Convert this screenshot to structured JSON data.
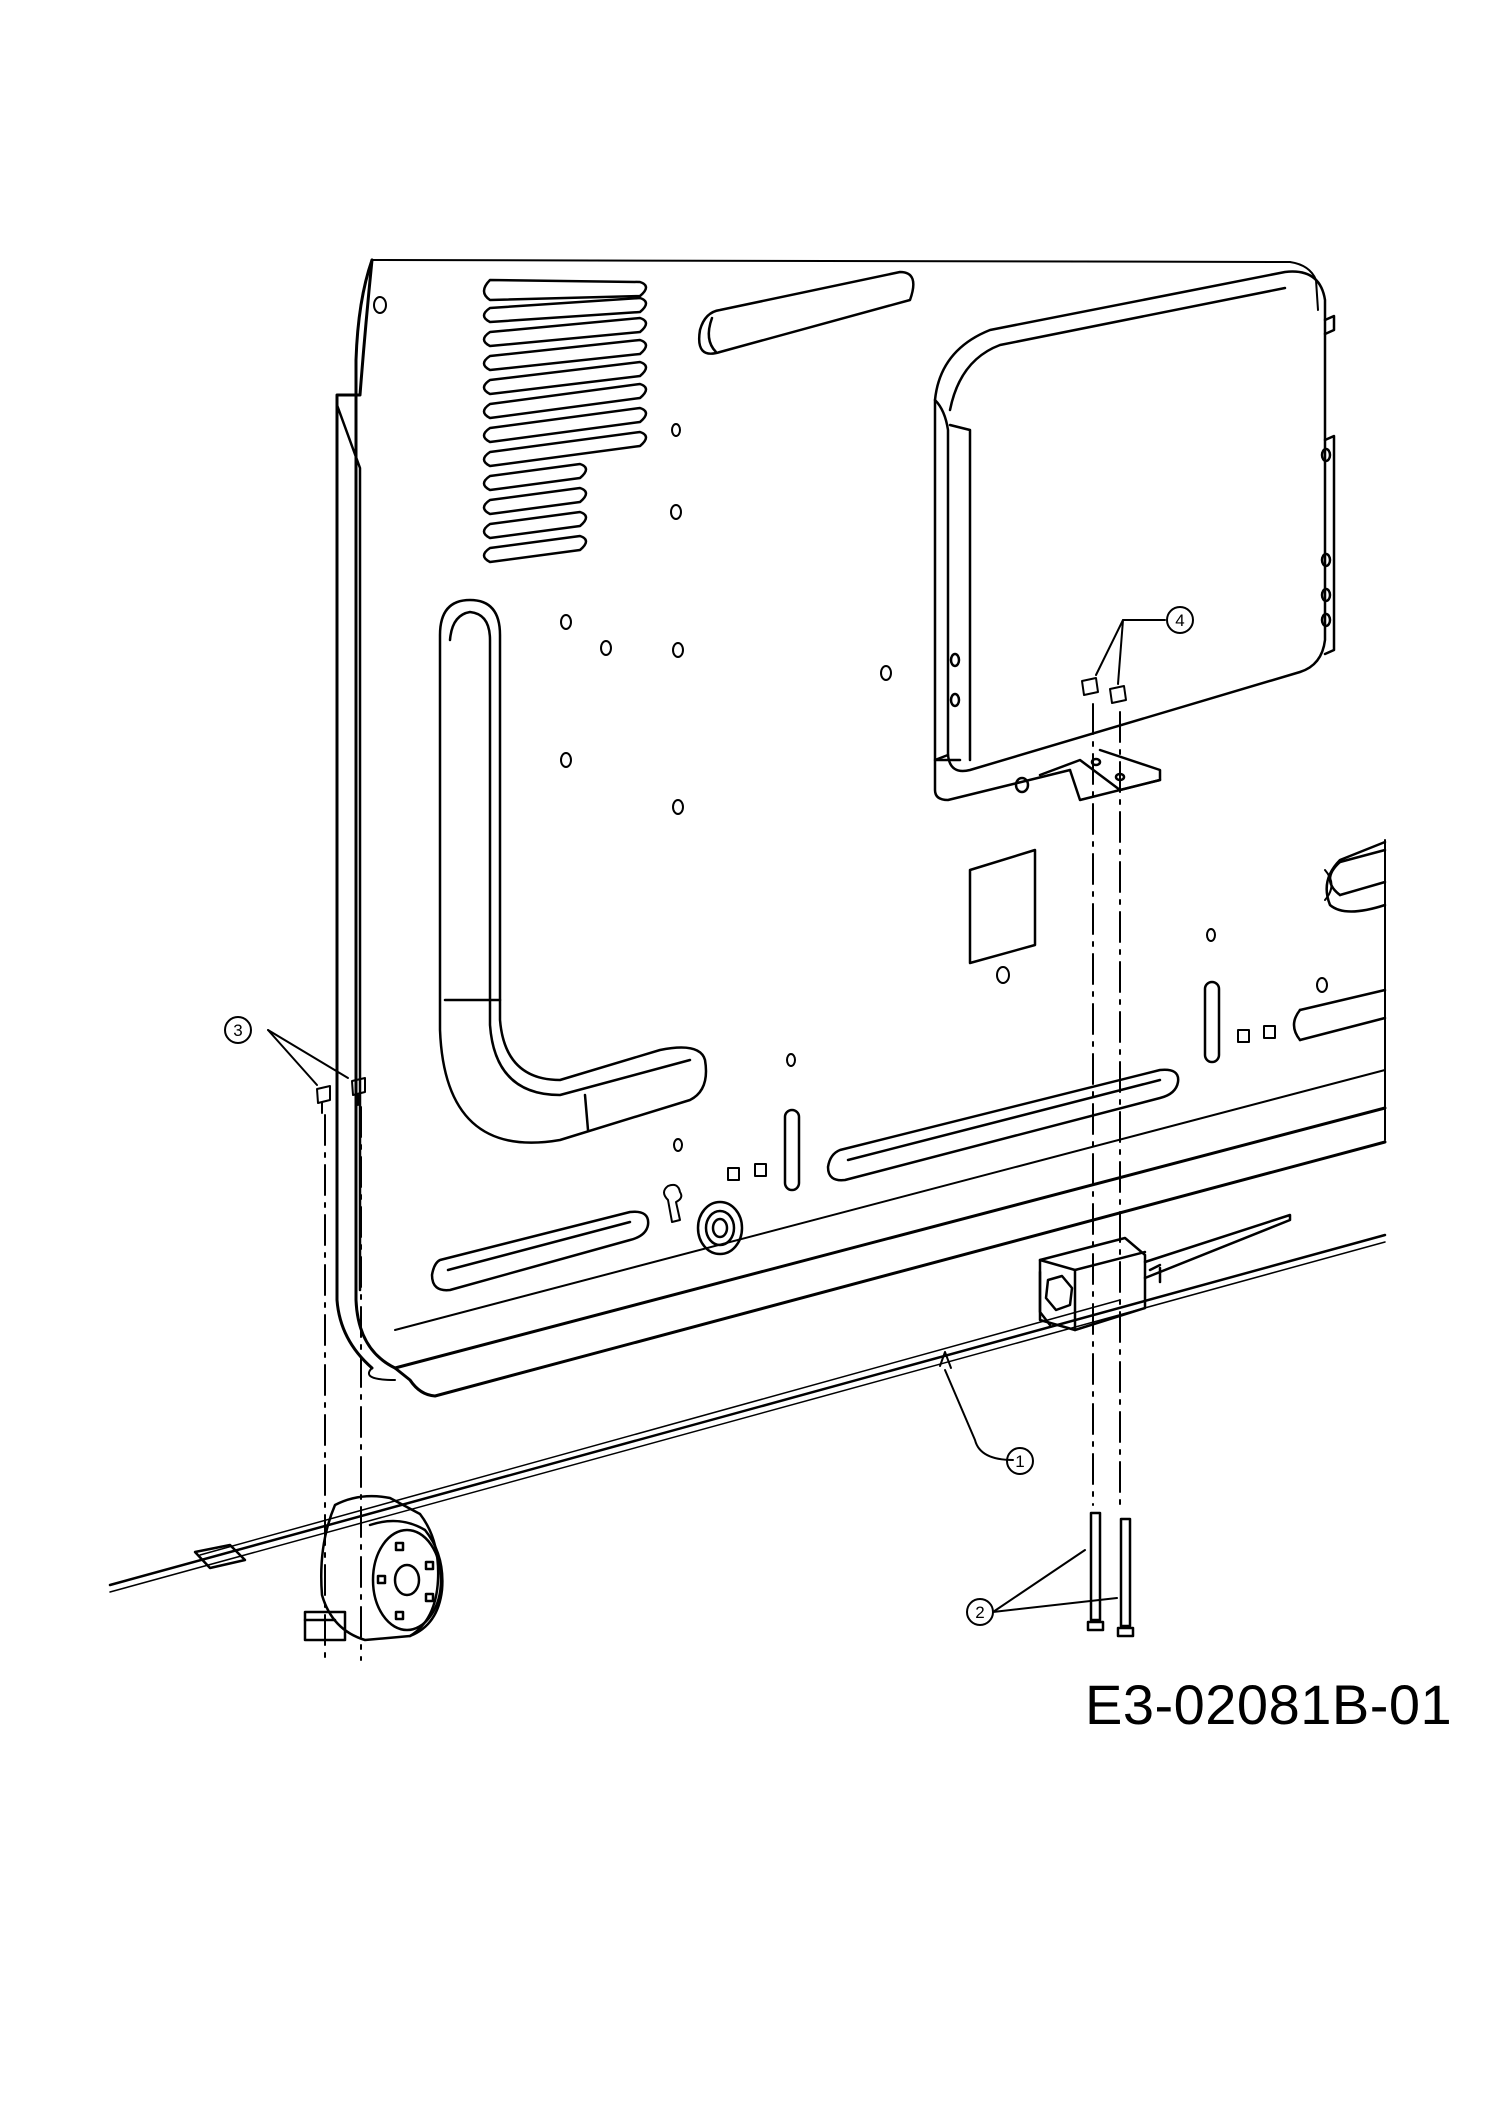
{
  "diagram": {
    "drawing_code": "E3-02081B-01",
    "line_color": "#000000",
    "background_color": "#ffffff",
    "callouts": [
      {
        "id": "callout-1",
        "label": "1"
      },
      {
        "id": "callout-2",
        "label": "2"
      },
      {
        "id": "callout-3",
        "label": "3"
      },
      {
        "id": "callout-4",
        "label": "4"
      }
    ]
  }
}
